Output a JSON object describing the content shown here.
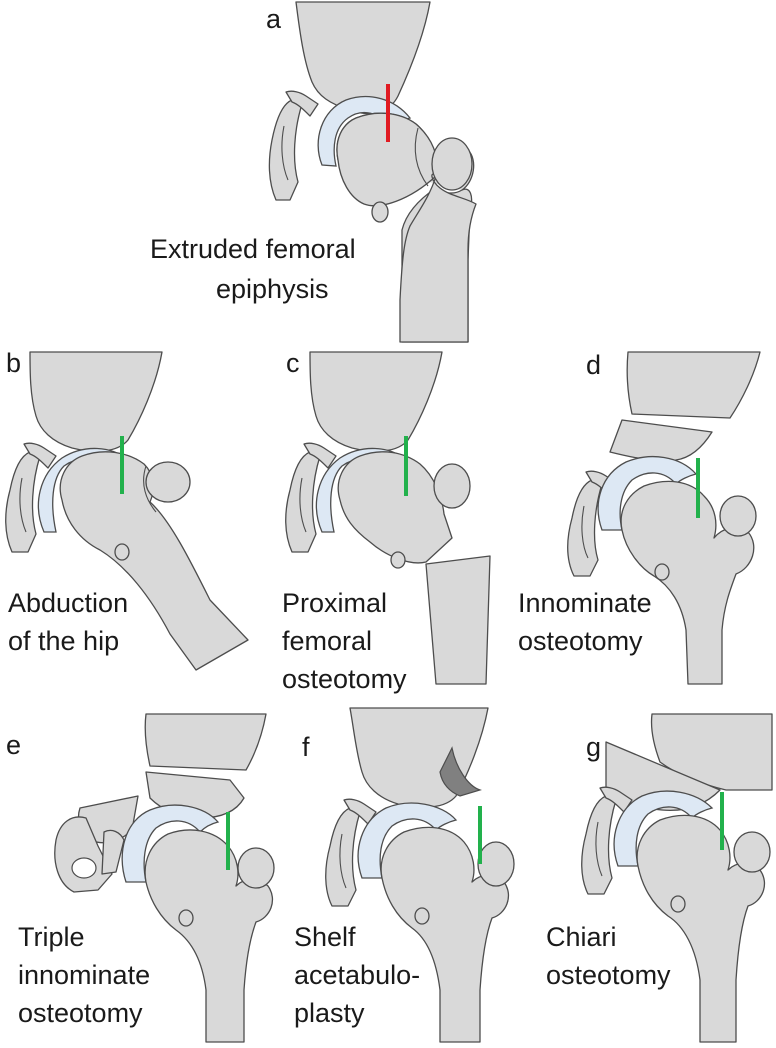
{
  "colors": {
    "bone_fill": "#d9d9d9",
    "cartilage_fill": "#dde8f4",
    "outline": "#4d4d4d",
    "extrusion_line": "#e11b22",
    "correction_line": "#22b14c",
    "shelf_graft": "#808080"
  },
  "panels": [
    {
      "letter": "a",
      "caption_lines": [
        "Extruded femoral",
        "epiphysis"
      ]
    },
    {
      "letter": "b",
      "caption_lines": [
        "Abduction",
        "of the hip"
      ]
    },
    {
      "letter": "c",
      "caption_lines": [
        "Proximal",
        "femoral",
        "osteotomy"
      ]
    },
    {
      "letter": "d",
      "caption_lines": [
        "Innominate",
        "osteotomy"
      ]
    },
    {
      "letter": "e",
      "caption_lines": [
        "Triple",
        "innominate",
        "osteotomy"
      ]
    },
    {
      "letter": "f",
      "caption_lines": [
        "Shelf",
        "acetabulo-",
        "plasty"
      ]
    },
    {
      "letter": "g",
      "caption_lines": [
        "Chiari",
        "osteotomy"
      ]
    }
  ]
}
